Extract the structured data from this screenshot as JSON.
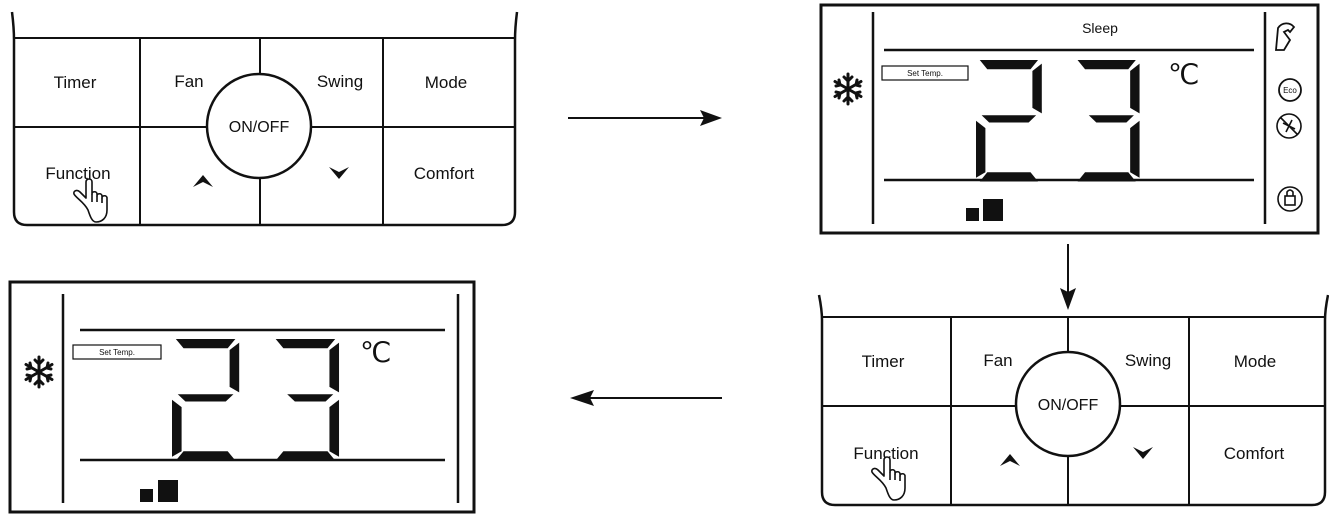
{
  "keypad": {
    "timer": "Timer",
    "fan": "Fan",
    "swing": "Swing",
    "mode": "Mode",
    "function": "Function",
    "comfort": "Comfort",
    "onoff": "ON/OFF"
  },
  "display_full": {
    "top_label": "Sleep",
    "set_temp_label": "Set Temp.",
    "temperature": "23",
    "unit": "℃",
    "eco_label": "Eco"
  },
  "display_simple": {
    "set_temp_label": "Set Temp.",
    "temperature": "23",
    "unit": "℃"
  }
}
